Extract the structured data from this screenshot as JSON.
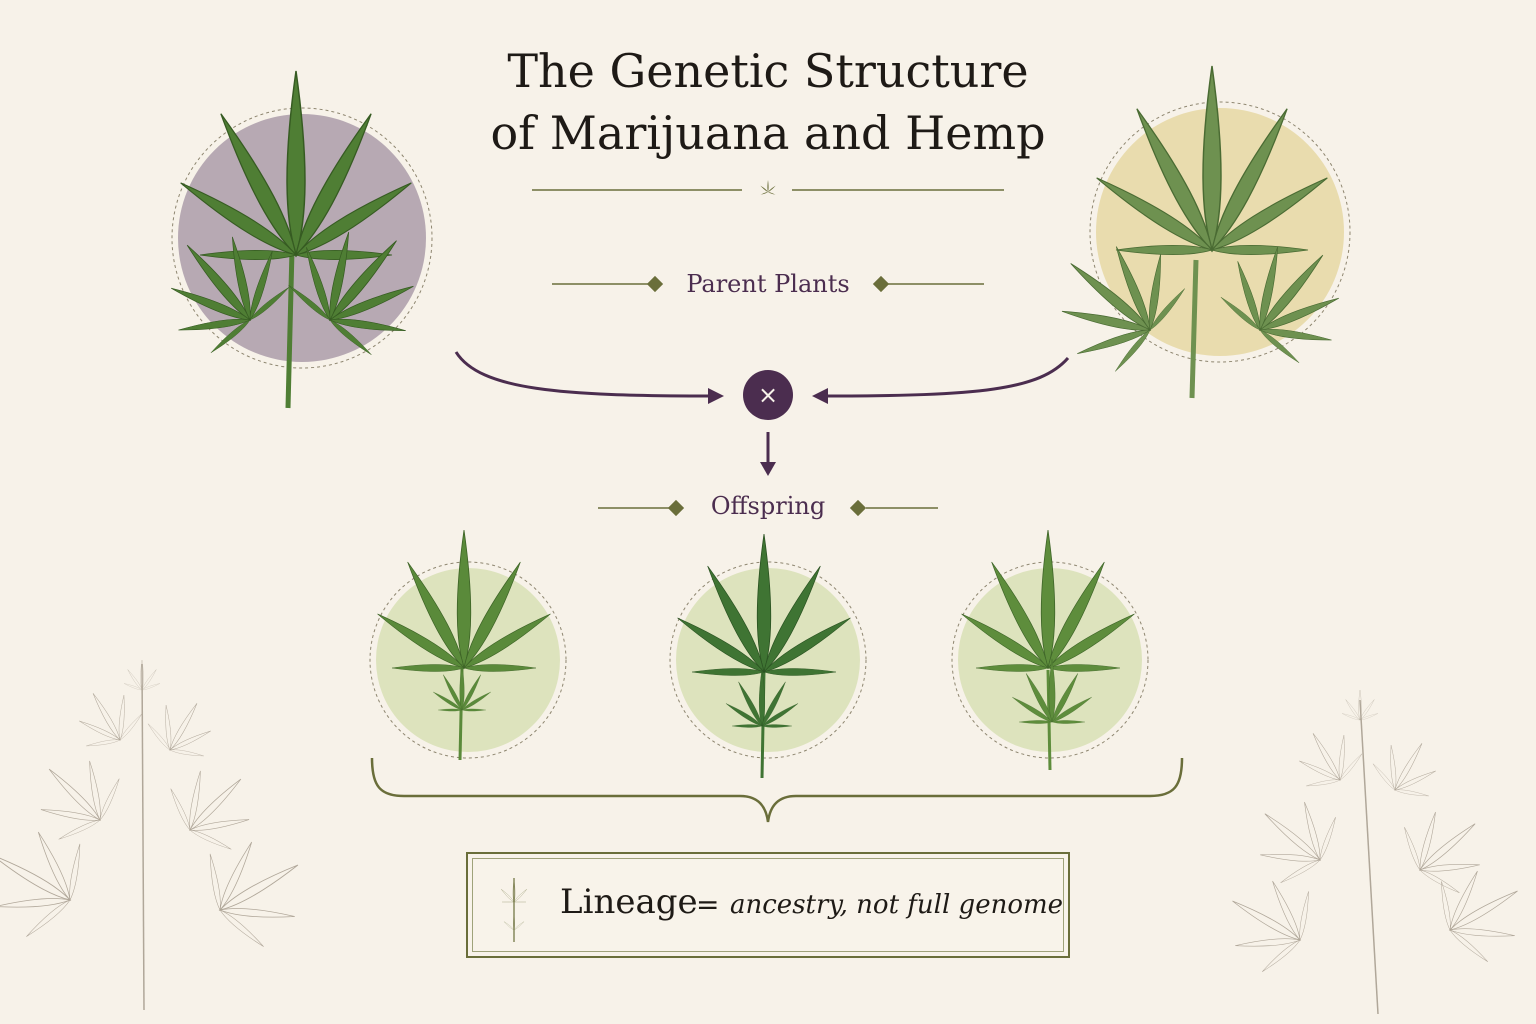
{
  "title": {
    "line1": "The Genetic Structure",
    "line2": "of Marijuana and Hemp"
  },
  "sections": {
    "parents_label": "Parent Plants",
    "offspring_label": "Offspring"
  },
  "cross_symbol": "×",
  "lineage": {
    "term": "Lineage",
    "equals": "=",
    "definition": "ancestry, not full genome"
  },
  "plants": {
    "parent_left": {
      "bg_color": "#b7a9b3",
      "leaf_color": "#4f7e34"
    },
    "parent_right": {
      "bg_color": "#e9dcae",
      "leaf_color": "#6e9150"
    },
    "offspring": [
      {
        "bg_color": "#dde3bd",
        "leaf_color": "#5a8a3a"
      },
      {
        "bg_color": "#dde3bd",
        "leaf_color": "#3f7433"
      },
      {
        "bg_color": "#dde3bd",
        "leaf_color": "#5e8d3c"
      }
    ]
  },
  "colors": {
    "background": "#f7f2e9",
    "accent_purple": "#4b2d4f",
    "accent_olive": "#6a6e3a",
    "sketch": "#a49a8c"
  },
  "icons": [
    "leaf-icon",
    "cross-icon",
    "arrow-icon",
    "brace-icon"
  ]
}
